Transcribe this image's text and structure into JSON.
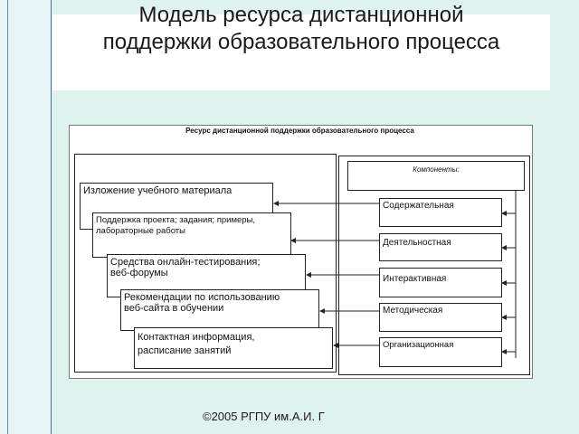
{
  "title": {
    "line1": "Модель ресурса дистанционной",
    "line2": "поддержки образовательного процесса"
  },
  "footer": "©2005 РГПУ им.А.И. Г",
  "diagram": {
    "header": "Ресурс дистанционной поддержки образовательного процесса",
    "components_header": "Компоненты:",
    "materials": [
      {
        "line1": "Изложение учебного материала",
        "line2": ""
      },
      {
        "line1": "Поддержка проекта; задания; примеры,",
        "line2": "лабораторные работы"
      },
      {
        "line1": "Средства онлайн-тестирования;",
        "line2": "веб-форумы"
      },
      {
        "line1": "Рекомендации по использованию",
        "line2": "веб-сайта в обучении"
      },
      {
        "line1": "Контактная информация,",
        "line2": "расписание занятий"
      }
    ],
    "components": [
      "Содержательная",
      "Деятельностная",
      "Интерактивная",
      "Методическая",
      "Организационная"
    ]
  },
  "colors": {
    "background": "#dff3ee",
    "title_band": "#ffffff",
    "stripe_border": "#4b6f8a"
  }
}
